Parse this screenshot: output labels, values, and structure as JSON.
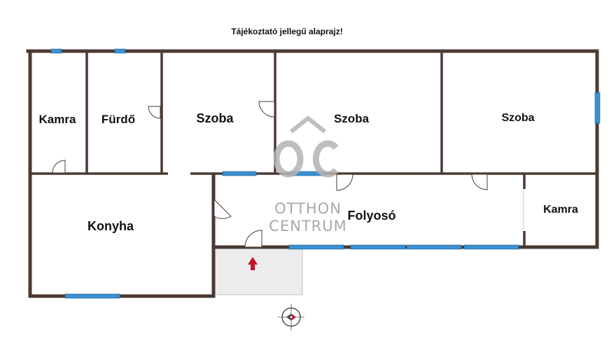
{
  "title": "Tájékoztató jellegű alaprajz!",
  "rooms": {
    "kamra_left": "Kamra",
    "furdo": "Fürdő",
    "szoba_1": "Szoba",
    "szoba_2": "Szoba",
    "szoba_3": "Szoba",
    "konyha": "Konyha",
    "folyoso": "Folyosó",
    "kamra_right": "Kamra"
  },
  "watermark": {
    "line1": "OTTHON",
    "line2": "CENTRUM"
  },
  "colors": {
    "wall": "#4a3a33",
    "window": "#3b8fd0",
    "entrance_arrow": "#c8102e",
    "terrace": "#ececec",
    "watermark": "#9a9a9a"
  },
  "icons": {
    "compass": "compass-icon",
    "entrance": "entrance-arrow-icon",
    "logo": "otthon-centrum-logo"
  }
}
